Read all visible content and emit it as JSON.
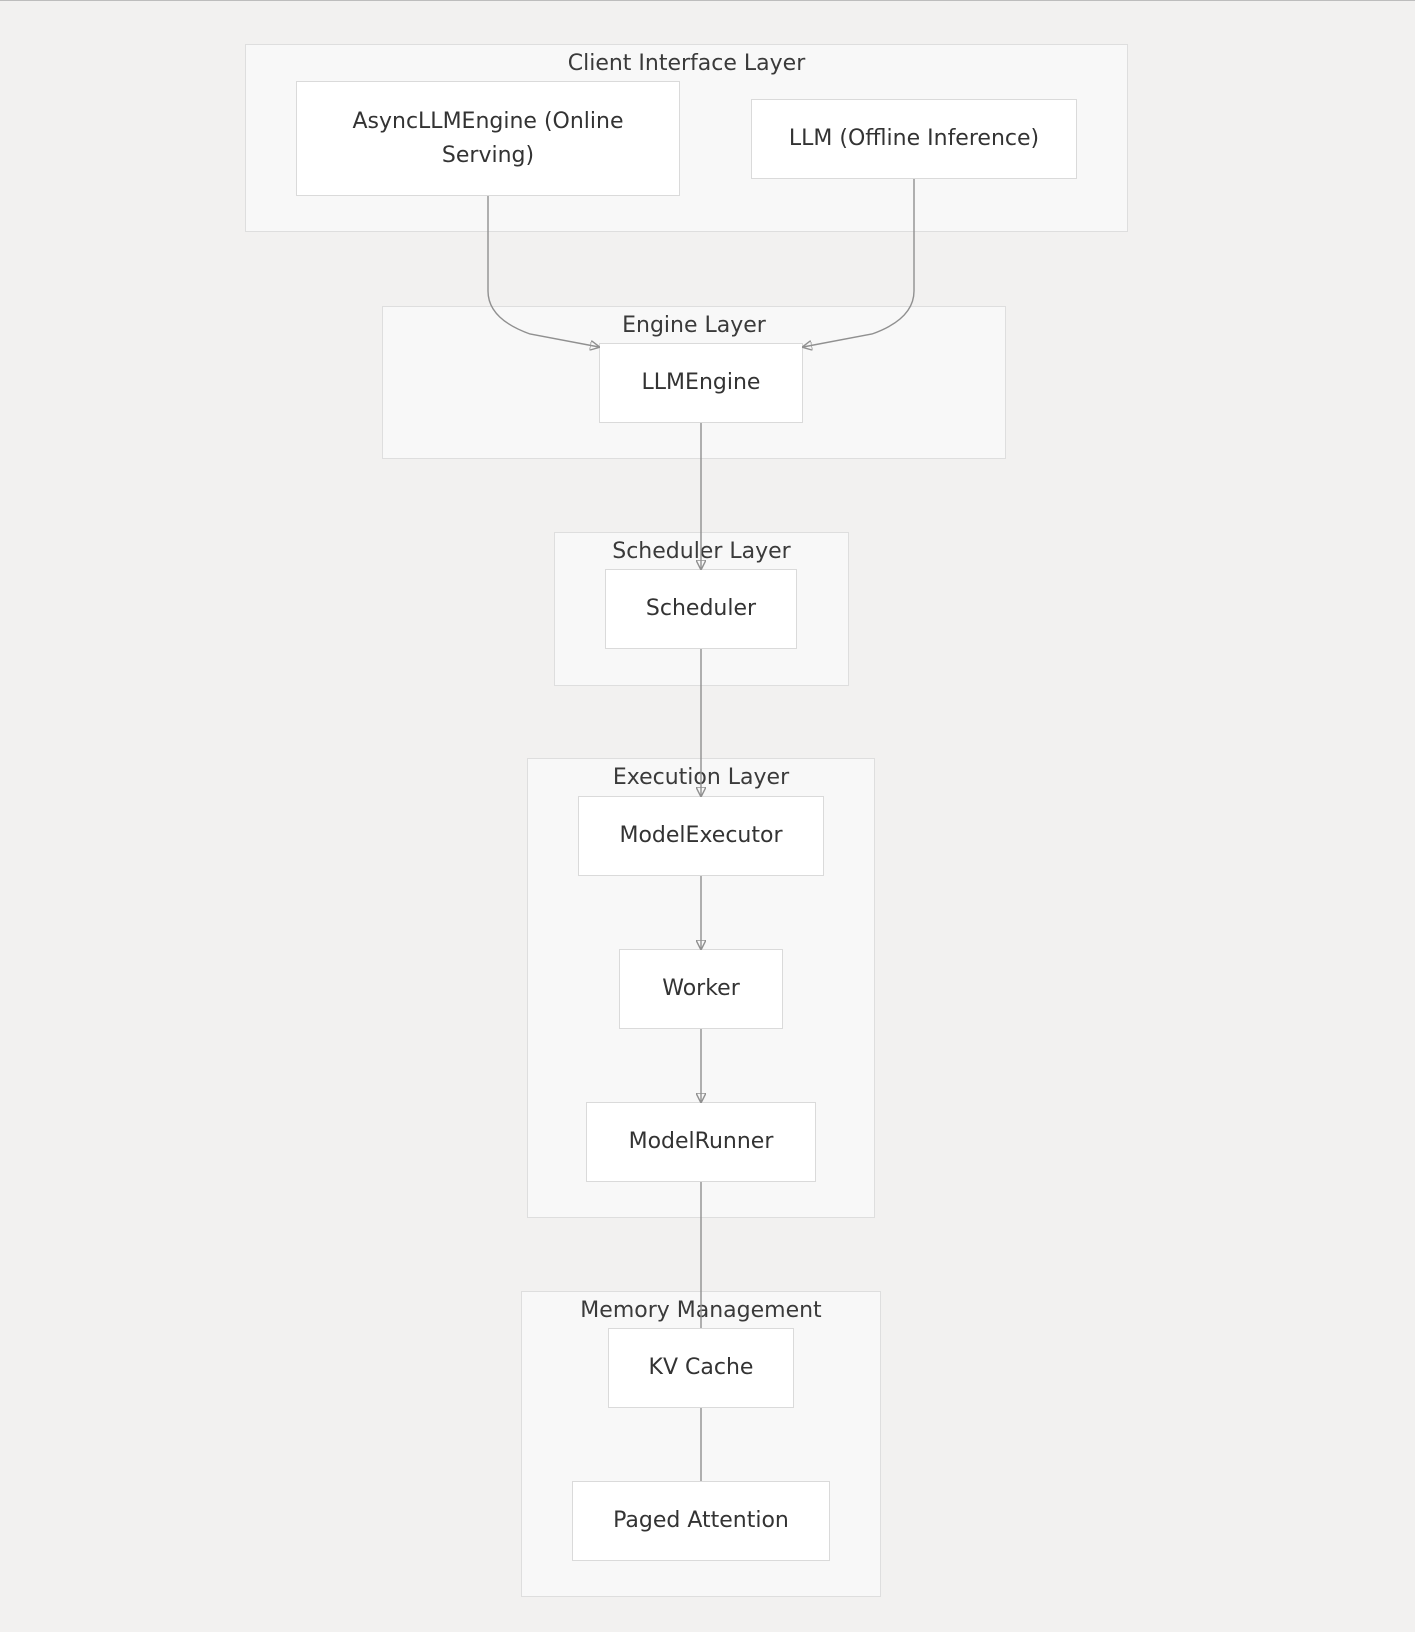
{
  "layers": {
    "client": {
      "title": "Client Interface Layer"
    },
    "engine": {
      "title": "Engine Layer"
    },
    "scheduler": {
      "title": "Scheduler Layer"
    },
    "execution": {
      "title": "Execution Layer"
    },
    "memory": {
      "title": "Memory Management"
    }
  },
  "nodes": {
    "async_engine": {
      "label": "AsyncLLMEngine (Online Serving)"
    },
    "llm": {
      "label": "LLM (Offline Inference)"
    },
    "llm_engine": {
      "label": "LLMEngine"
    },
    "scheduler": {
      "label": "Scheduler"
    },
    "model_executor": {
      "label": "ModelExecutor"
    },
    "worker": {
      "label": "Worker"
    },
    "model_runner": {
      "label": "ModelRunner"
    },
    "kv_cache": {
      "label": "KV Cache"
    },
    "paged_attention": {
      "label": "Paged Attention"
    }
  },
  "edges": [
    {
      "from": "AsyncLLMEngine (Online Serving)",
      "to": "LLMEngine",
      "arrow": true
    },
    {
      "from": "LLM (Offline Inference)",
      "to": "LLMEngine",
      "arrow": true
    },
    {
      "from": "LLMEngine",
      "to": "Scheduler",
      "arrow": true
    },
    {
      "from": "Scheduler",
      "to": "ModelExecutor",
      "arrow": true
    },
    {
      "from": "ModelExecutor",
      "to": "Worker",
      "arrow": true
    },
    {
      "from": "Worker",
      "to": "ModelRunner",
      "arrow": true
    },
    {
      "from": "ModelRunner",
      "to": "KV Cache",
      "arrow": false
    },
    {
      "from": "KV Cache",
      "to": "Paged Attention",
      "arrow": false
    }
  ]
}
